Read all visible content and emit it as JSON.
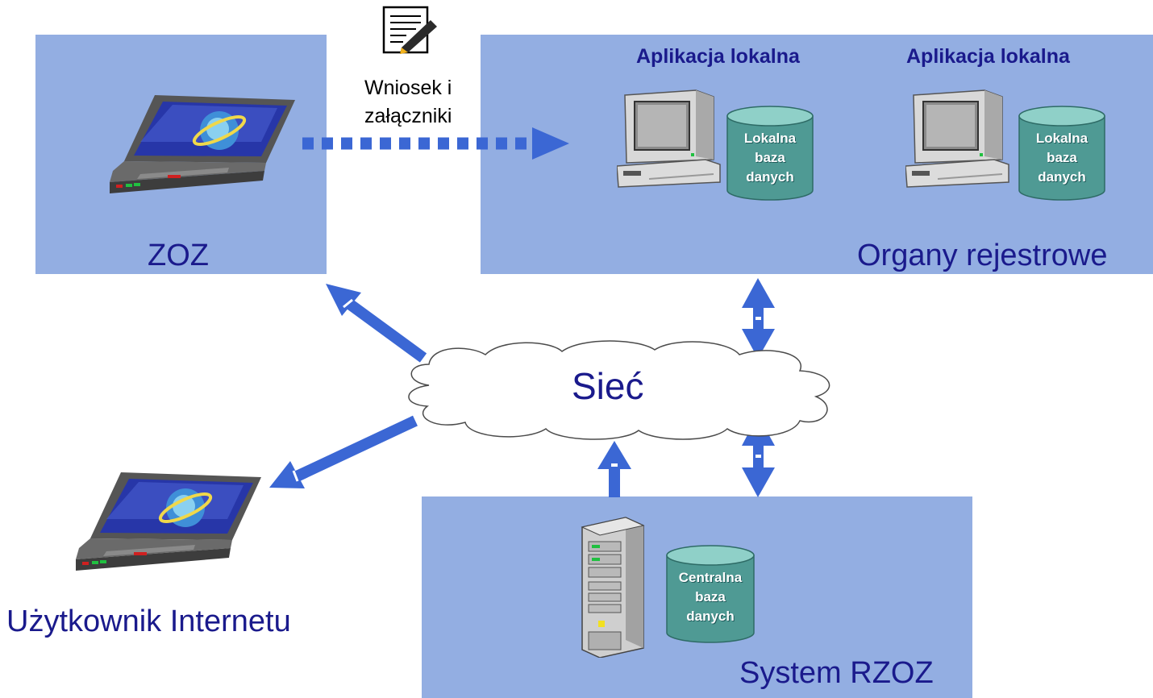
{
  "zoz": {
    "label": "ZOZ"
  },
  "organy": {
    "label": "Organy rejestrowe",
    "apps": [
      {
        "label": "Aplikacja lokalna",
        "db": [
          "Lokalna",
          "baza",
          "danych"
        ]
      },
      {
        "label": "Aplikacja lokalna",
        "db": [
          "Lokalna",
          "baza",
          "danych"
        ]
      }
    ]
  },
  "document": {
    "lines": [
      "Wniosek i",
      "załączniki"
    ]
  },
  "network": {
    "label": "Sieć"
  },
  "rzoz": {
    "label": "System RZOZ",
    "db": [
      "Centralna",
      "baza",
      "danych"
    ]
  },
  "user": {
    "label": "Użytkownik Internetu"
  },
  "colors": {
    "box": "#93aee2",
    "label": "#1a1a8c",
    "arrow": "#3b67d4",
    "db_body": "#4f9a94",
    "db_top": "#8fd0c8"
  },
  "icons": [
    "laptop-icon",
    "document-pen-icon",
    "desktop-computer-icon",
    "server-tower-icon",
    "database-icon",
    "cloud-icon"
  ]
}
